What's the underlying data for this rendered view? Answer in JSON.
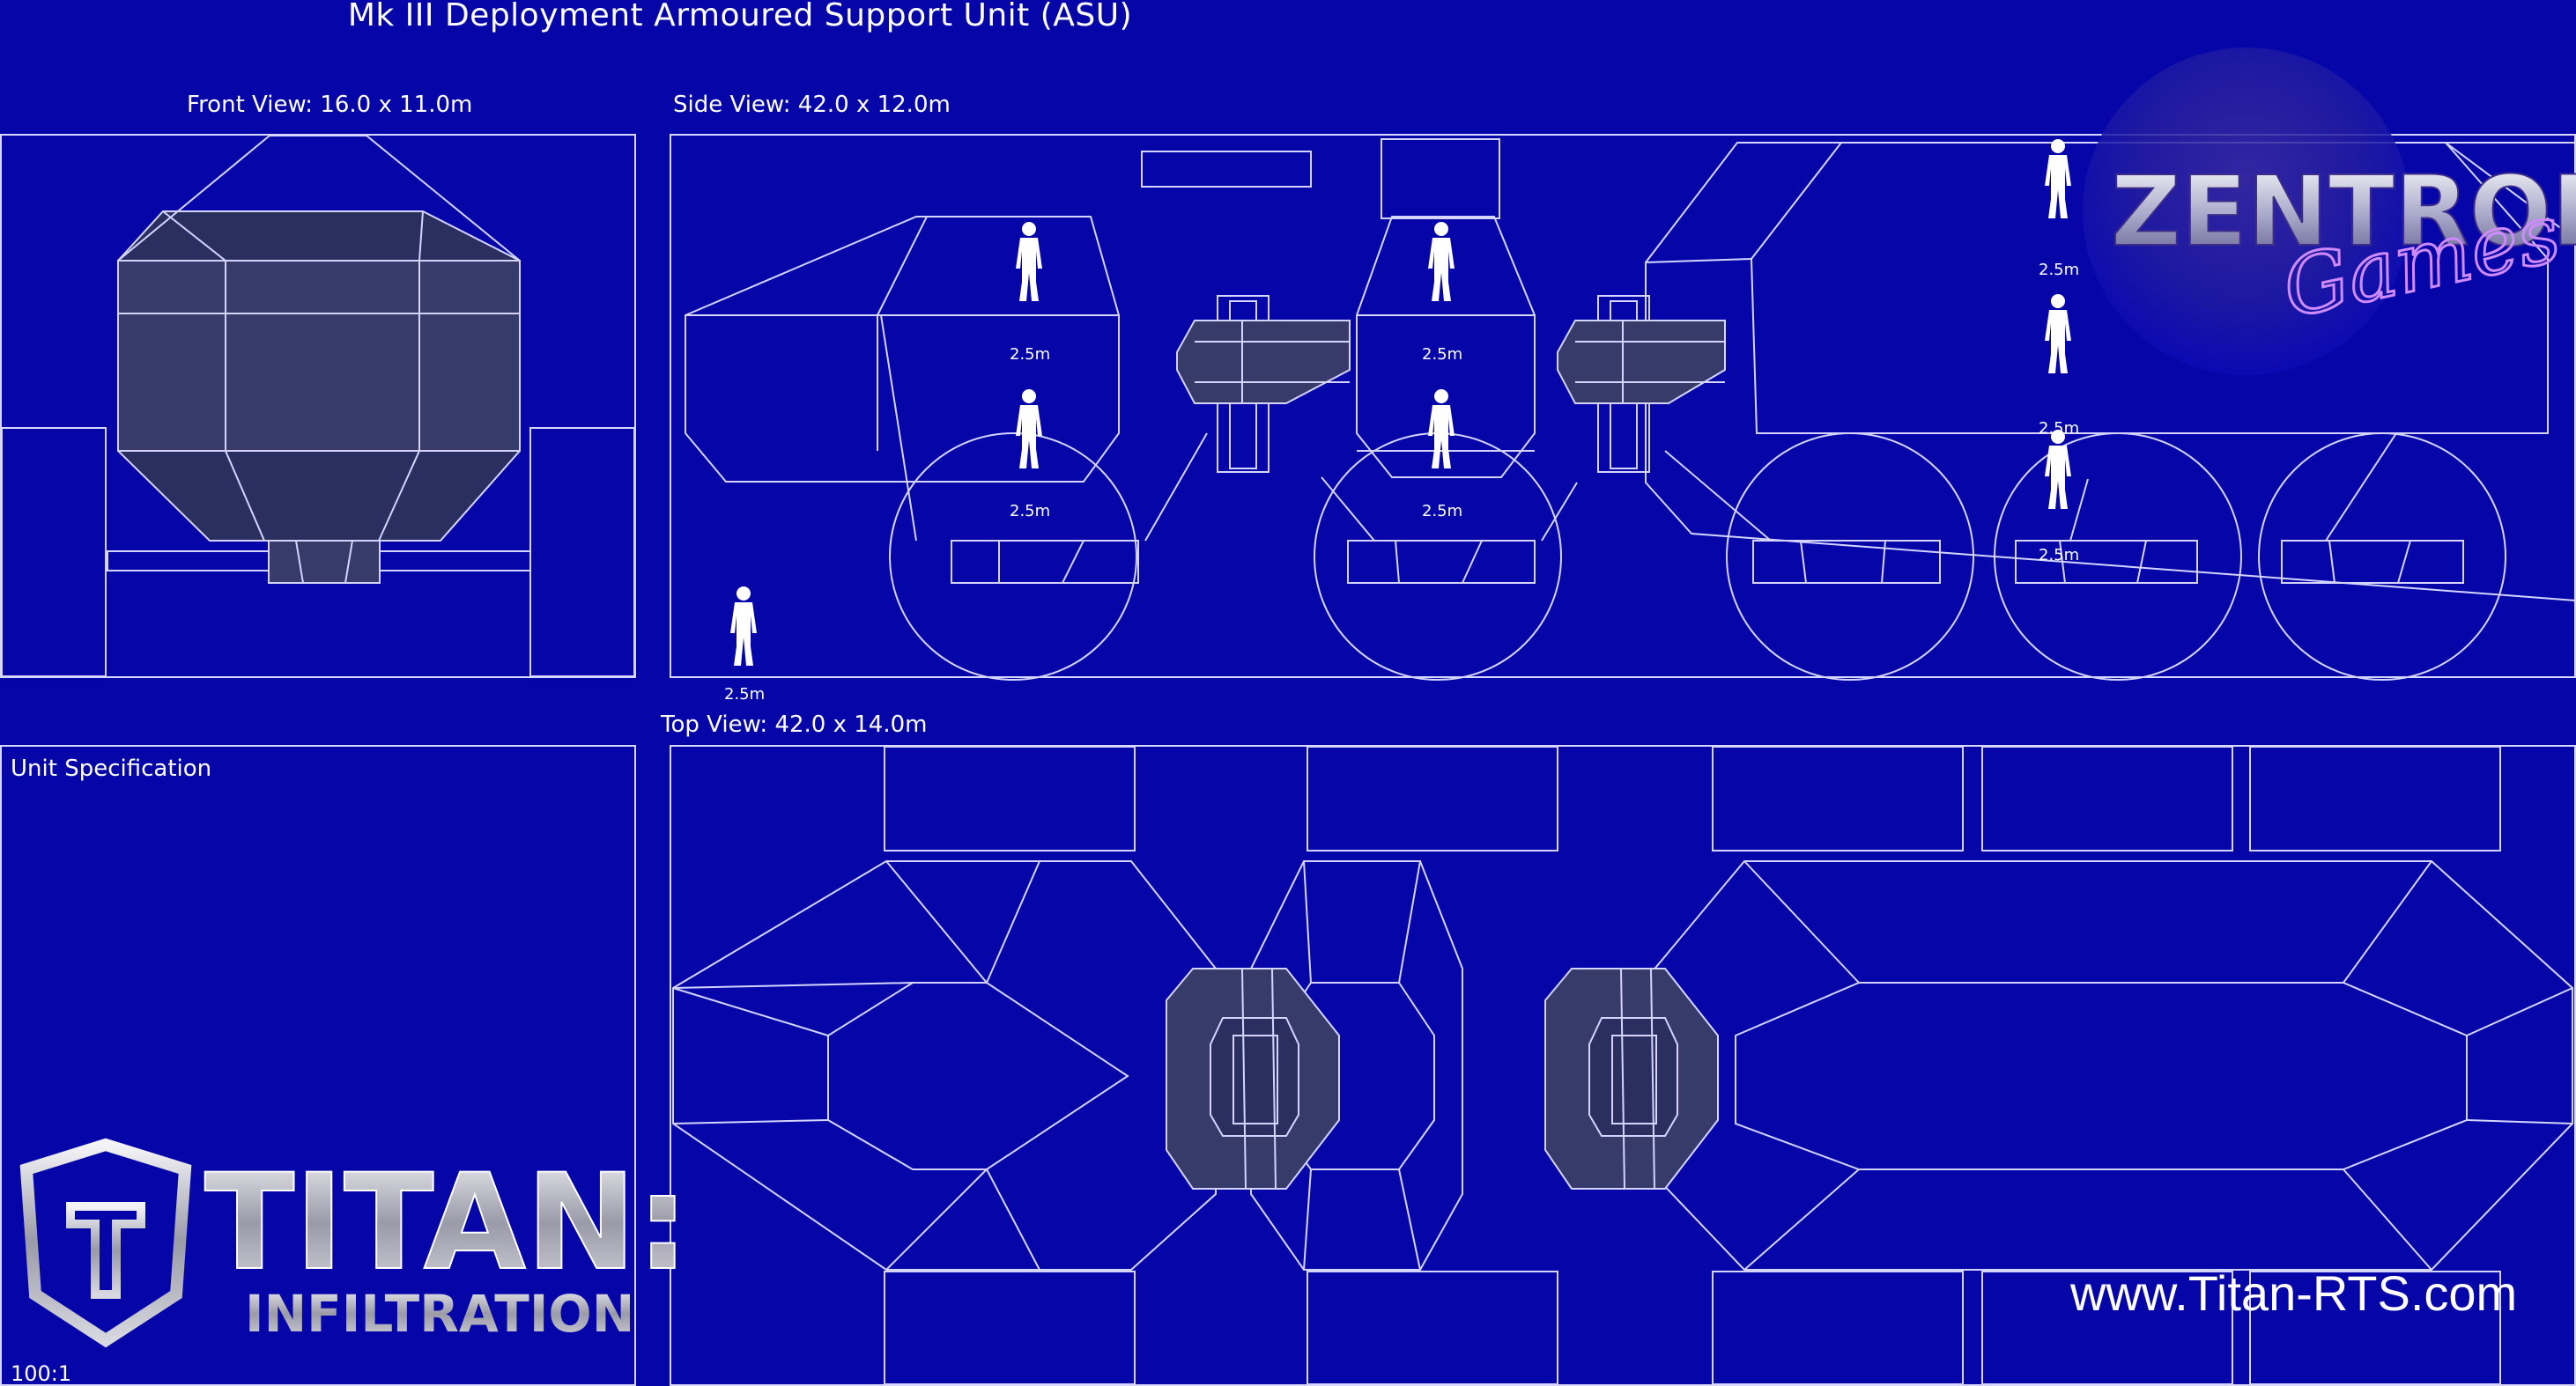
{
  "title": "Mk III Deployment Armoured Support Unit (ASU)",
  "views": {
    "front_label": "Front View: 16.0 x 11.0m",
    "side_label": "Side View: 42.0 x 12.0m",
    "top_label": "Top View: 42.0 x 14.0m"
  },
  "specification": {
    "heading": "Unit Specification",
    "scale": "100:1"
  },
  "figure_label": "2.5m",
  "branding": {
    "game_logo_main": "TITAN:",
    "game_logo_sub": "INFILTRATION",
    "studio_logo_main": "ZENTROPY",
    "studio_logo_sub": "Games",
    "url": "www.Titan-RTS.com"
  },
  "colors": {
    "background": "#0505a8",
    "linework": "#d4d4ff",
    "shaded_part": "#373b6a",
    "studio_glow": "#c06cff"
  }
}
